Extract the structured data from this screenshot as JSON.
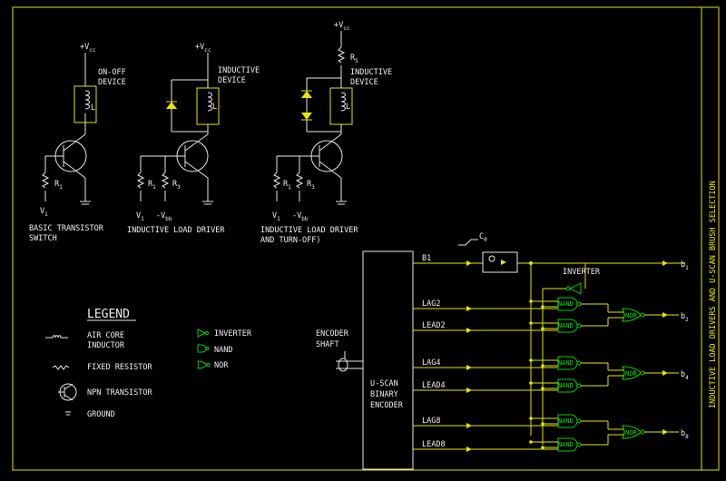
{
  "title_block": "INDUCTIVE LOAD DRIVERS AND U-SCAN BRUSH SELECTION",
  "circuits": {
    "basic": {
      "vcc": "+V",
      "vcc_sub": "cc",
      "device": "ON-OFF\nDEVICE",
      "device_line1": "ON-OFF",
      "device_line2": "DEVICE",
      "inductor": "L",
      "resistor": "R",
      "resistor_sub": "1",
      "input": "V",
      "input_sub": "1",
      "caption_line1": "BASIC TRANSISTOR",
      "caption_line2": "SWITCH"
    },
    "driver": {
      "vcc": "+V",
      "vcc_sub": "cc",
      "device_line1": "INDUCTIVE",
      "device_line2": "DEVICE",
      "inductor": "L",
      "r1": "R",
      "r1_sub": "1",
      "r3": "R",
      "r3_sub": "3",
      "v1": "V",
      "v1_sub": "1",
      "vbb": "-V",
      "vbb_sub": "bb",
      "caption": "INDUCTIVE LOAD DRIVER"
    },
    "turnoff": {
      "vcc": "+V",
      "vcc_sub": "cc",
      "rs": "R",
      "rs_sub": "S",
      "device_line1": "INDUCTIVE",
      "device_line2": "DEVICE",
      "inductor": "L",
      "r1": "R",
      "r1_sub": "1",
      "r3": "R",
      "r3_sub": "3",
      "v1": "V",
      "v1_sub": "1",
      "vbb": "-V",
      "vbb_sub": "bb",
      "caption_line1": "INDUCTIVE LOAD DRIVER",
      "caption_line2": "AND TURN-OFF)"
    }
  },
  "legend": {
    "title": "LEGEND",
    "items": [
      {
        "label_line1": "AIR CORE",
        "label_line2": "INDUCTOR"
      },
      {
        "label": "FIXED RESISTOR"
      },
      {
        "label": "NPN TRANSISTOR"
      },
      {
        "label": "GROUND"
      }
    ],
    "gates": [
      {
        "label": "INVERTER"
      },
      {
        "label": "NAND"
      },
      {
        "label": "NOR"
      }
    ]
  },
  "encoder": {
    "shaft_line1": "ENCODER",
    "shaft_line2": "SHAFT",
    "name_line1": "U-SCAN",
    "name_line2": "BINARY",
    "name_line3": "ENCODER",
    "clock": "C",
    "clock_sub": "0",
    "inverter": "INVERTER",
    "nand": "NAND",
    "nor": "NOR",
    "lines": [
      "B1",
      "LAG2",
      "LEAD2",
      "LAG4",
      "LEAD4",
      "LAG8",
      "LEAD8"
    ],
    "outputs": [
      {
        "base": "b",
        "sub": "1"
      },
      {
        "base": "b",
        "sub": "2"
      },
      {
        "base": "b",
        "sub": "4"
      },
      {
        "base": "b",
        "sub": "8"
      }
    ]
  }
}
